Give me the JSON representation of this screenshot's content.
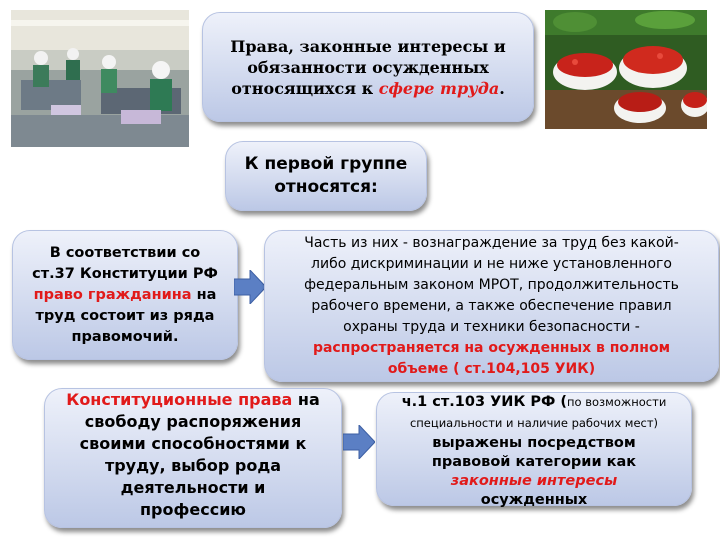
{
  "title": {
    "line1": "Права, законные интересы и",
    "line2": "обязанности осужденных",
    "line3_plain": "относящихся к ",
    "line3_italic": "сфере труда",
    "line3_end": "."
  },
  "group_label": {
    "line1": "К первой группе",
    "line2": "относятся:"
  },
  "left_box1": {
    "line1": "В соответствии со",
    "line2": "ст.37 Конституции РФ",
    "red_part": "право гражданина",
    "after_red": " на",
    "line4": "труд состоит из ряда",
    "line5": "правомочий."
  },
  "right_box1": {
    "line1": "Часть из них - вознаграждение за труд без какой-",
    "line2": "либо дискриминации и не ниже установленного",
    "line3": "федеральным законом МРОТ, продолжительность",
    "line4": "рабочего времени, а также обеспечение правил",
    "line5": "охраны труда и техники безопасности -",
    "red1": "распространяется на осужденных в полном",
    "red2": "объеме   ( ст.104,105 УИК)"
  },
  "left_box2": {
    "red_part": "Конституционные права",
    "after_red": " на",
    "line2": "свободу распоряжения",
    "line3": "своими способностями к",
    "line4": "труду, выбор рода",
    "line5": "деятельности и",
    "line6": "профессию"
  },
  "right_box2": {
    "bold_part": "ч.1 ст.103 УИК РФ (",
    "small_part": "по возможности",
    "small_line2": "специальности и наличие рабочих мест)",
    "line3": "выражены посредством",
    "line4": "правовой категории как",
    "red_part": "законные интересы",
    "line6": "осужденных"
  },
  "colors": {
    "box_top": "#eef1fa",
    "box_bottom": "#bcc8e6",
    "accent_red": "#e11a1a",
    "arrow_blue": "#5b7fc4"
  },
  "images": {
    "left": "factory-workers-photo",
    "right": "strawberries-photo"
  }
}
